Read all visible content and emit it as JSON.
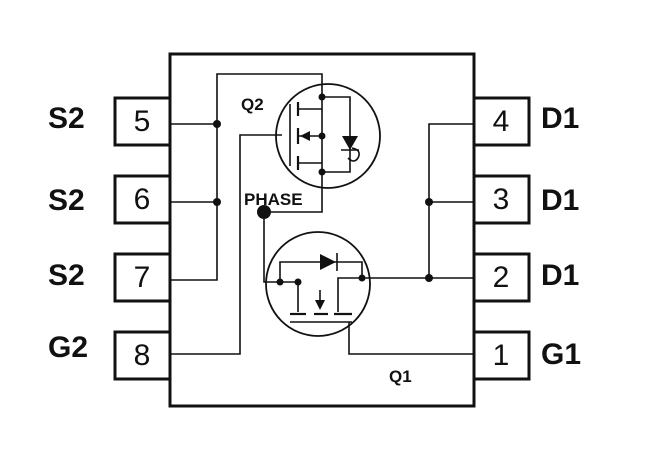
{
  "pins": [
    {
      "number": "5",
      "label": "S2"
    },
    {
      "number": "6",
      "label": "S2"
    },
    {
      "number": "7",
      "label": "S2"
    },
    {
      "number": "8",
      "label": "G2"
    },
    {
      "number": "4",
      "label": "D1"
    },
    {
      "number": "3",
      "label": "D1"
    },
    {
      "number": "2",
      "label": "D1"
    },
    {
      "number": "1",
      "label": "G1"
    }
  ],
  "labels": {
    "q2": "Q2",
    "q1": "Q1",
    "phase": "PHASE"
  },
  "colors": {
    "line": "#111111",
    "background": "#ffffff"
  }
}
